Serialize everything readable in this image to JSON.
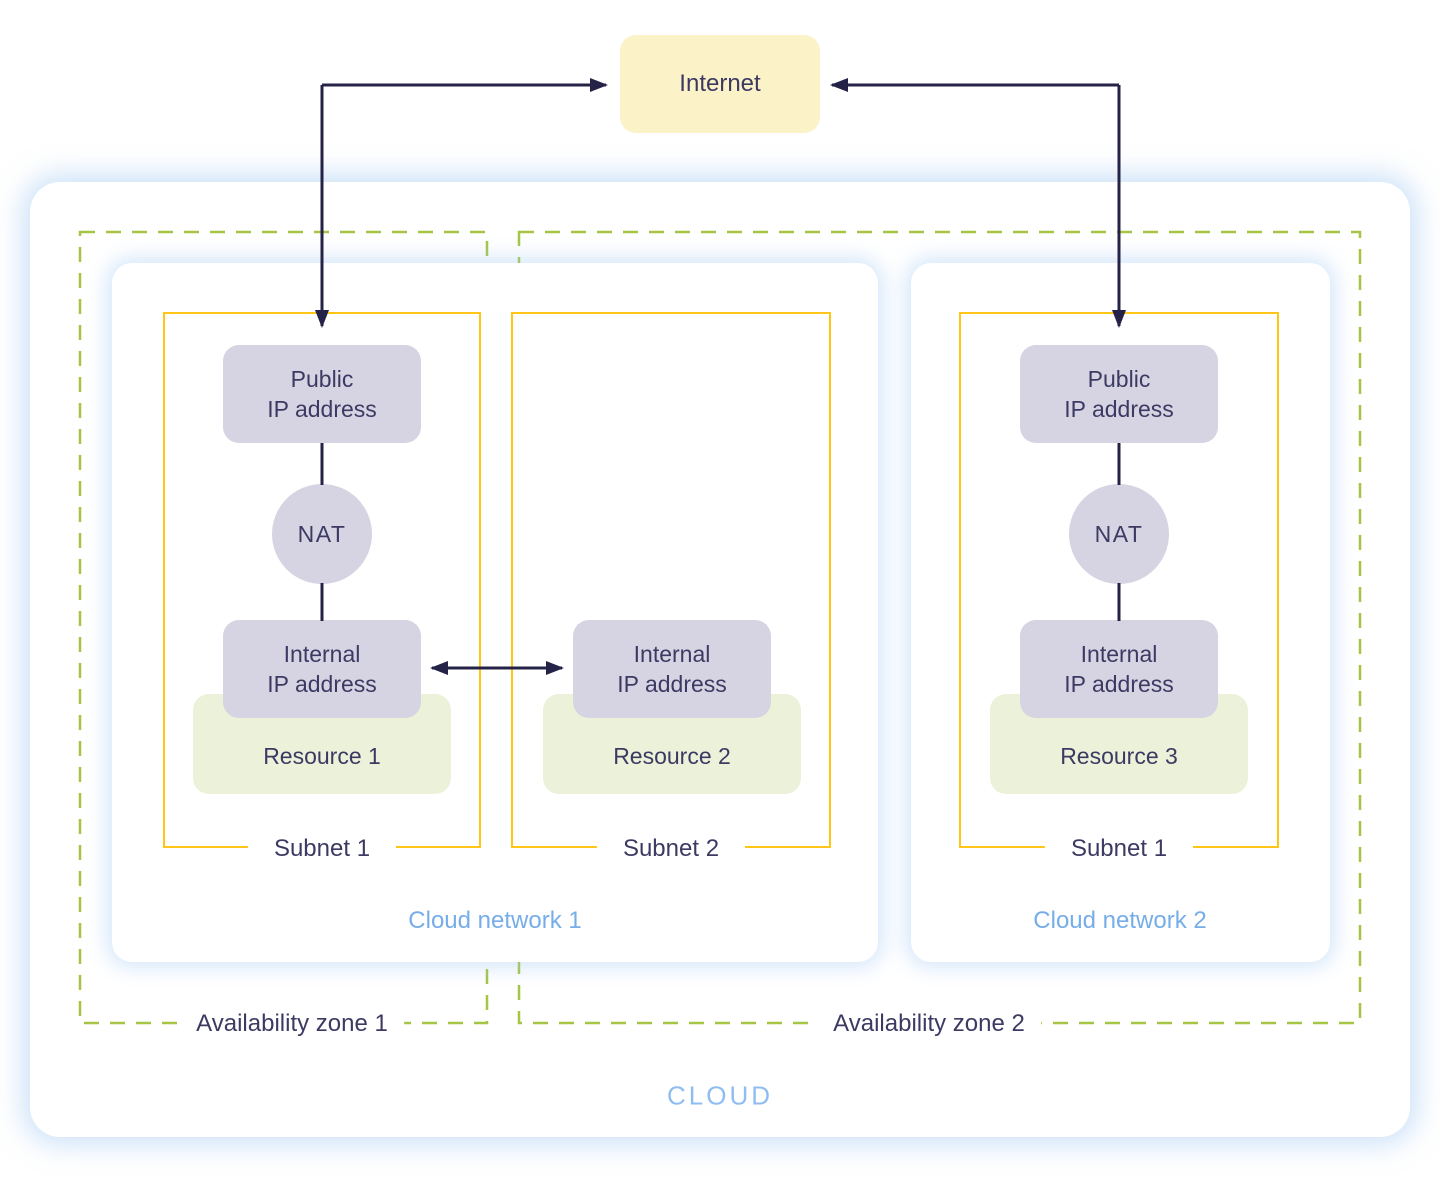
{
  "internet": {
    "label": "Internet"
  },
  "cloud": {
    "label": "CLOUD"
  },
  "zones": [
    {
      "label": "Availability zone 1"
    },
    {
      "label": "Availability zone 2"
    }
  ],
  "networks": [
    {
      "label": "Cloud network 1"
    },
    {
      "label": "Cloud network 2"
    }
  ],
  "subnets": [
    {
      "label": "Subnet 1"
    },
    {
      "label": "Subnet 2"
    },
    {
      "label": "Subnet 1"
    }
  ],
  "stacks": [
    {
      "public_ip": "Public\nIP address",
      "nat": "NAT",
      "internal_ip": "Internal\nIP address",
      "resource": "Resource 1"
    },
    {
      "internal_ip": "Internal\nIP address",
      "resource": "Resource 2"
    },
    {
      "public_ip": "Public\nIP address",
      "nat": "NAT",
      "internal_ip": "Internal\nIP address",
      "resource": "Resource 3"
    }
  ],
  "colors": {
    "arrow": "#252247",
    "text": "#3C3A63",
    "internet_fill": "#FCF2C8",
    "node_fill": "#D6D4E2",
    "resource_fill": "#ECF1D9",
    "subnet_border": "#FFC617",
    "zone_border": "#A6C544",
    "network_label": "#76ADE9",
    "cloud_label": "#8FBDF1",
    "glow": "#A0C8F4"
  }
}
